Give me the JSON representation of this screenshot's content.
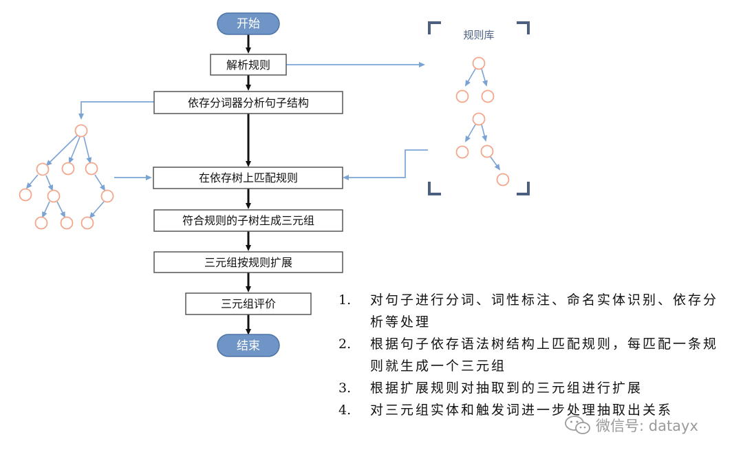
{
  "flowchart": {
    "start": "开始",
    "end": "结束",
    "steps": [
      "解析规则",
      "依存分词器分析句子结构",
      "在依存树上匹配规则",
      "符合规则的子树生成三元组",
      "三元组按规则扩展",
      "三元组评价"
    ]
  },
  "rule_library": {
    "title": "规则库"
  },
  "notes": [
    {
      "num": "1.",
      "text": "对句子进行分词、词性标注、命名实体识别、依存分析等处理"
    },
    {
      "num": "2.",
      "text": "根据句子依存语法树结构上匹配规则，每匹配一条规则就生成一个三元组"
    },
    {
      "num": "3.",
      "text": "根据扩展规则对抽取到的三元组进行扩展"
    },
    {
      "num": "4.",
      "text": "对三元组实体和触发词进一步处理抽取出关系"
    }
  ],
  "watermark": {
    "text": "微信号: datayx"
  },
  "colors": {
    "terminal_fill": "#6f95c6",
    "terminal_stroke": "#4d74a6",
    "box_stroke": "#555555",
    "main_arrow": "#111111",
    "tree_node": "#f2a68b",
    "tree_edge": "#7aa3d4",
    "bracket": "#4a5f82",
    "pointer_arrow": "#8cb0dc"
  }
}
